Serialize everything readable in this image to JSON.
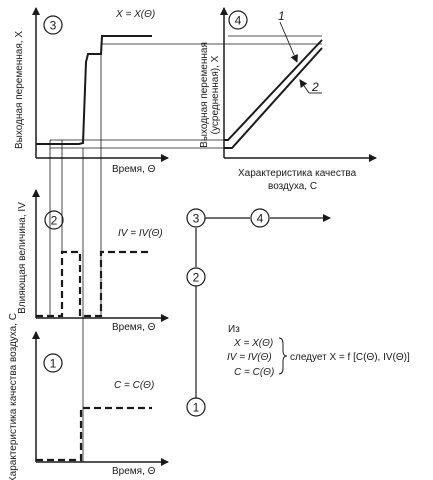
{
  "panels": {
    "p1": {
      "number": "1",
      "ylabel": "Характеристика качества воздуха, C",
      "xlabel": "Время, Θ",
      "equation": "C = C(Θ)"
    },
    "p2": {
      "number": "2",
      "ylabel": "Влияющая величина, IV",
      "xlabel": "Время, Θ",
      "equation": "IV = IV(Θ)"
    },
    "p3": {
      "number": "3",
      "ylabel": "Выходная переменная, X",
      "xlabel": "Время, Θ",
      "equation": "X = X(Θ)"
    },
    "p4": {
      "number": "4",
      "ylabel_line1": "Выходная переменная",
      "ylabel_line2": "(усредненная), X",
      "xlabel_line1": "Характеристика качества",
      "xlabel_line2": "воздуха, C",
      "curve1_label": "1",
      "curve2_label": "2"
    }
  },
  "flow": {
    "node3": "3",
    "node4": "4",
    "node2": "2",
    "node1": "1"
  },
  "relation": {
    "intro": "Из",
    "eq1": "X = X(Θ)",
    "eq2": "IV = IV(Θ)",
    "eq3": "C = C(Θ)",
    "conclusion": "следует X = f [C(Θ), IV(Θ)]"
  }
}
